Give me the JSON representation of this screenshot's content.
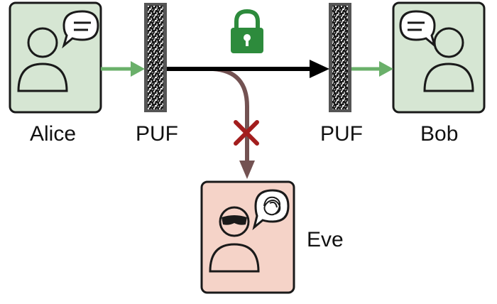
{
  "labels": {
    "alice": "Alice",
    "bob": "Bob",
    "eve": "Eve",
    "puf_left": "PUF",
    "puf_right": "PUF"
  },
  "icons": {
    "lock": "padlock-icon",
    "block": "x-mark-icon",
    "scrambled_speech": "scribble-speech-bubble-icon"
  },
  "colors": {
    "alice_bob_fill": "#d6e6d3",
    "eve_fill": "#f5d3c8",
    "box_stroke": "#1a1a1a",
    "green_arrow": "#6ab06a",
    "main_arrow": "#000000",
    "intercept_arrow": "#735252",
    "x_mark": "#a31d1d",
    "lock": "#2d8b3c",
    "puf_frame": "#555555"
  }
}
